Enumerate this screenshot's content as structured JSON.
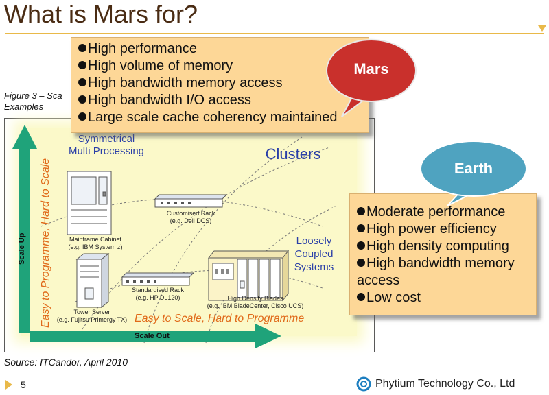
{
  "slide": {
    "title": "What is Mars for?",
    "page_number": "5",
    "company": "Phytium Technology Co., Ltd",
    "source": "Source: ITCandor, April 2010"
  },
  "mars": {
    "label": "Mars",
    "color": "#c9302c",
    "bullets": [
      "High performance",
      "High volume of memory",
      "High bandwidth memory access",
      "High bandwidth I/O access",
      "Large scale cache coherency maintained"
    ]
  },
  "earth": {
    "label": "Earth",
    "color": "#4fa3c0",
    "bullets": [
      "Moderate performance",
      "High power efficiency",
      "High density computing",
      "High bandwidth memory access",
      "Low cost"
    ]
  },
  "figure": {
    "caption_line1": "Figure 3 – Sca",
    "caption_line2": "Examples",
    "symmetrical": "Symmetrical",
    "multi_processing": "Multi Processing",
    "clusters": "Clusters",
    "loosely": "Loosely",
    "coupled": "Coupled",
    "systems": "Systems",
    "easy_programme": "Easy to Programme, Hard to Scale",
    "easy_scale": "Easy to Scale, Hard to Programme",
    "scale_up": "Scale Up",
    "scale_out": "Scale Out",
    "mainframe_1": "Mainframe Cabinet",
    "mainframe_2": "(e.g. IBM System z)",
    "customised_1": "Customised Rack",
    "customised_2": "(e.g. Dell DCS)",
    "standardised_1": "Standardised Rack",
    "standardised_2": "(e.g. HP DL120)",
    "tower_1": "Tower Server",
    "tower_2": "(e.g. Fujitsu Primergy TX)",
    "blades_1": "High Density Blades",
    "blades_2": "(e.g. IBM BladeCenter, Cisco UCS)"
  }
}
